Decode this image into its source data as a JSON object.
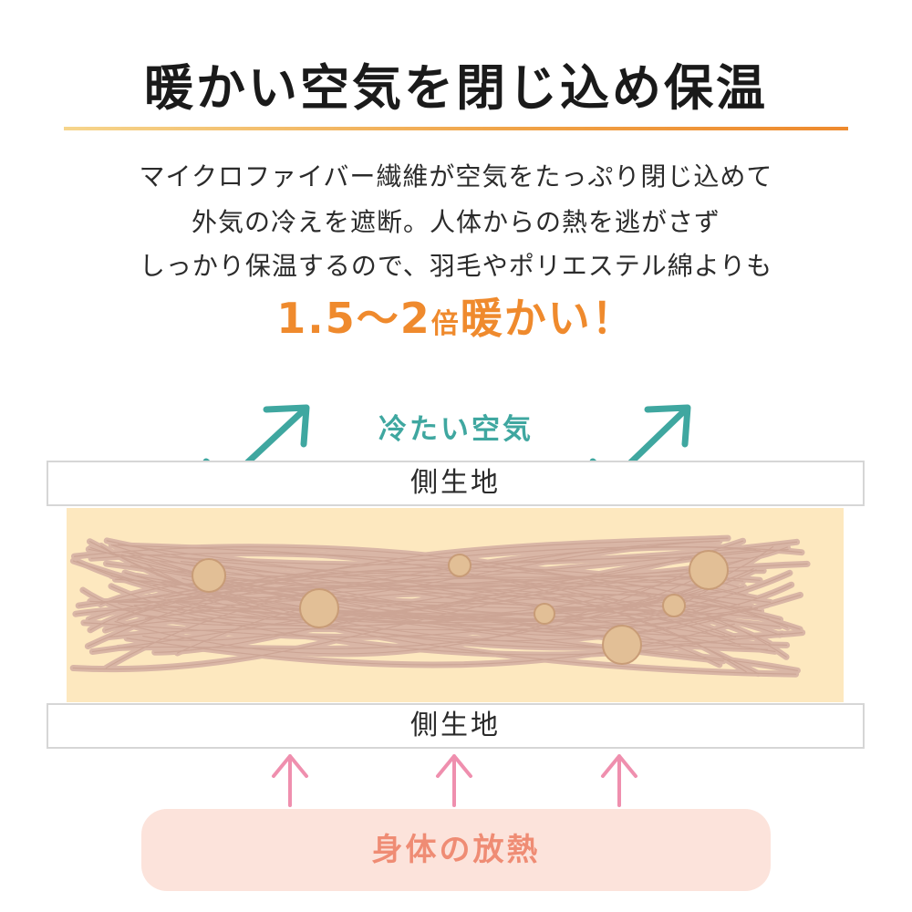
{
  "title": "暖かい空気を閉じ込め保温",
  "description": [
    "マイクロファイバー繊維が空気をたっぷり閉じ込めて",
    "外気の冷えを遮断。人体からの熱を逃がさず",
    "しっかり保温するので、羽毛やポリエステル綿よりも"
  ],
  "headline": {
    "number": "1.5〜2",
    "unit": "倍",
    "text": "暖かい！"
  },
  "diagram": {
    "cold_air_label": "冷たい空気",
    "top_layer_label": "側生地",
    "bottom_layer_label": "側生地",
    "body_heat_label": "身体の放熱"
  },
  "colors": {
    "accent_orange": "#ef8a2d",
    "teal": "#3fa7a0",
    "pink": "#ef8fae",
    "fill": "#fde8bf",
    "fiber": "#d9b6a6",
    "heat_bg": "#fce3db"
  }
}
